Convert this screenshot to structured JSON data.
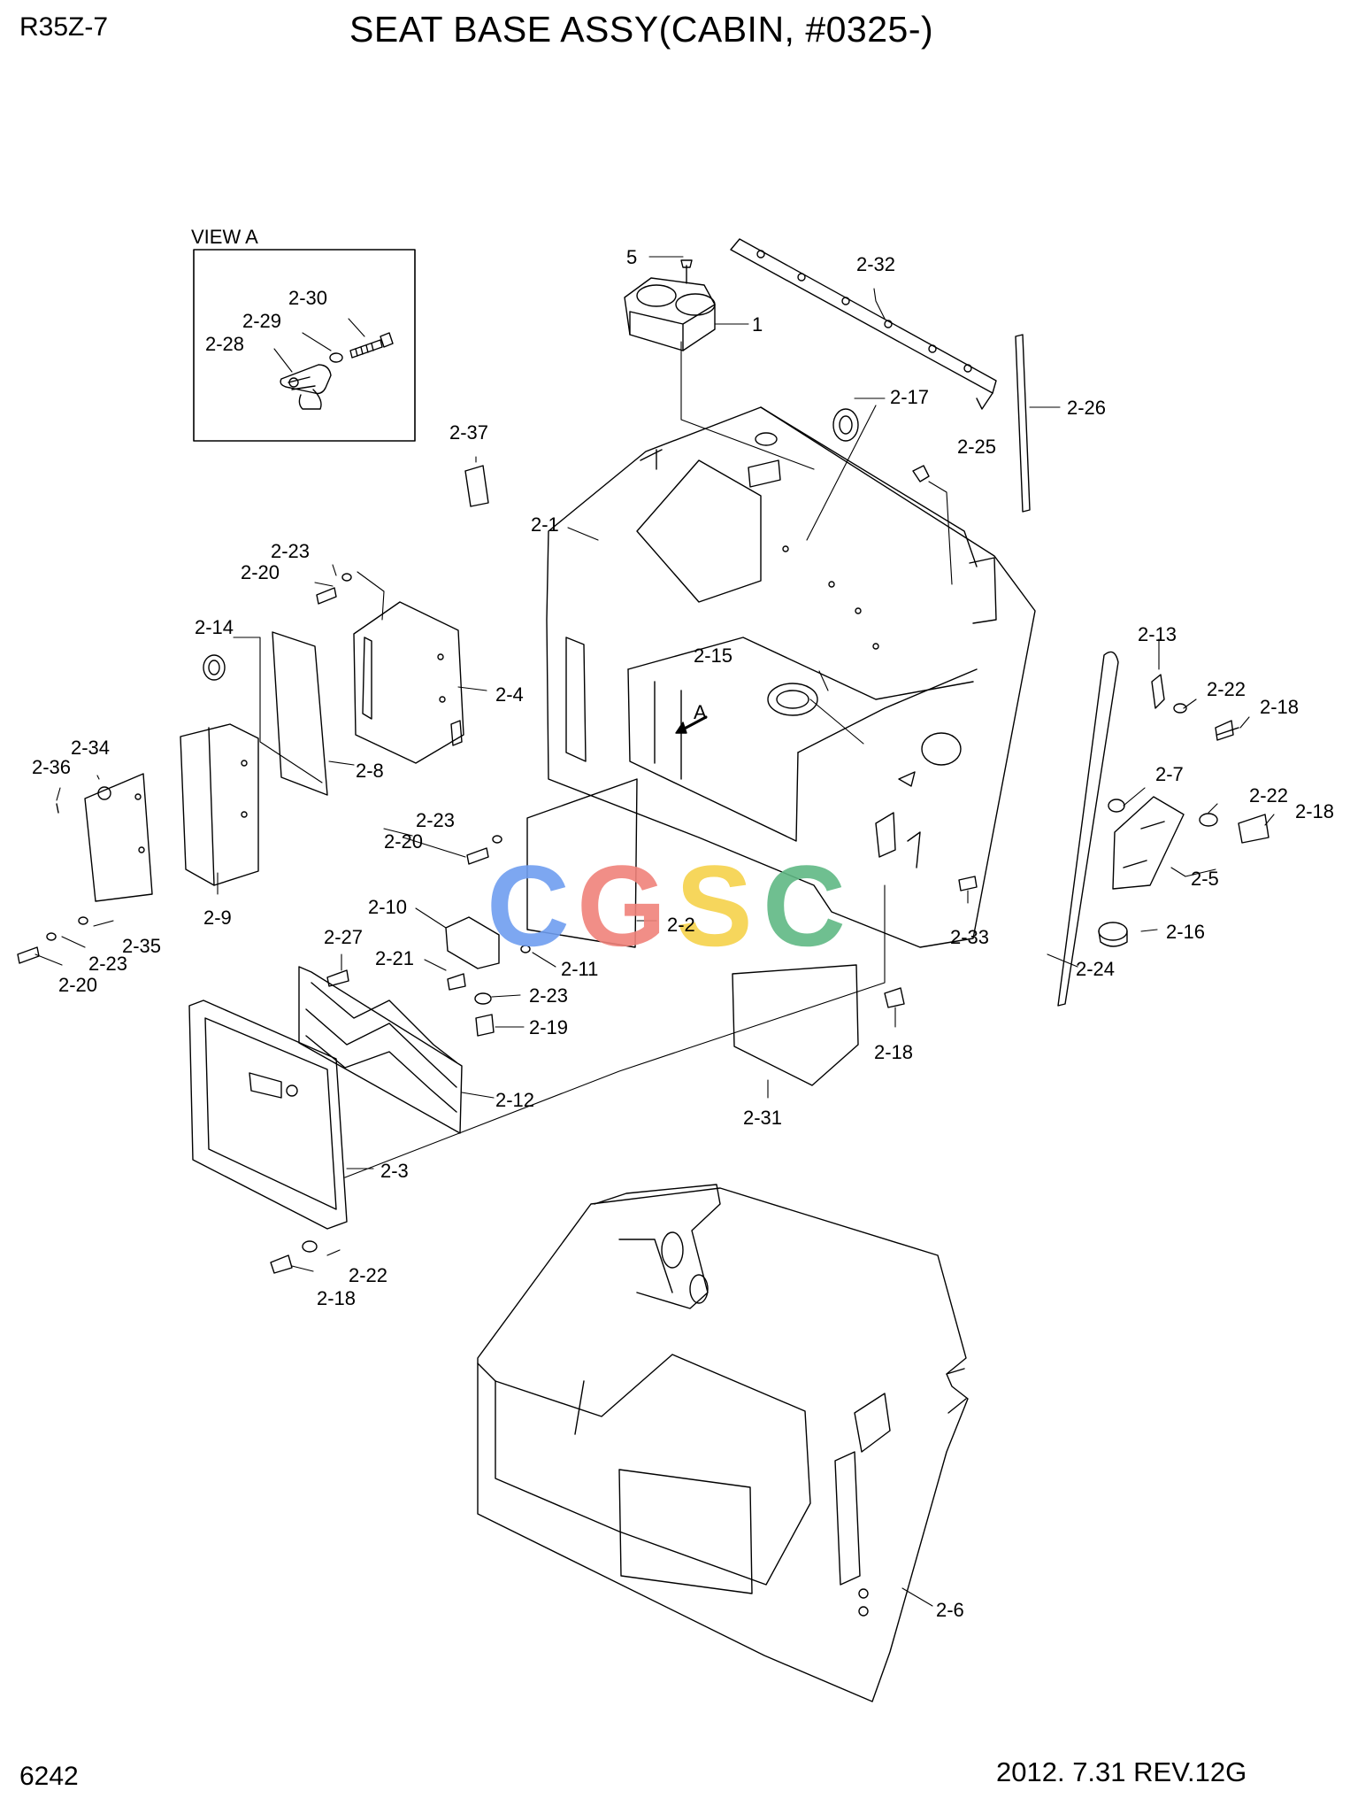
{
  "header": {
    "model": "R35Z-7",
    "title": "SEAT BASE ASSY(CABIN, #0325-)"
  },
  "footer": {
    "page_number": "6242",
    "revision": "2012. 7.31  REV.12G"
  },
  "view": {
    "title": "VIEW A",
    "arrow_label": "A"
  },
  "watermark": {
    "text": "CGSC",
    "colors": [
      "#6f9df0",
      "#f0827a",
      "#f5d24a",
      "#5fb884"
    ]
  },
  "callouts": [
    {
      "id": "p5",
      "text": "5"
    },
    {
      "id": "p1",
      "text": "1"
    },
    {
      "id": "p2-32",
      "text": "2-32"
    },
    {
      "id": "p2-26",
      "text": "2-26"
    },
    {
      "id": "p2-17",
      "text": "2-17"
    },
    {
      "id": "p2-25",
      "text": "2-25"
    },
    {
      "id": "p2-30",
      "text": "2-30"
    },
    {
      "id": "p2-29",
      "text": "2-29"
    },
    {
      "id": "p2-28",
      "text": "2-28"
    },
    {
      "id": "p2-37",
      "text": "2-37"
    },
    {
      "id": "p2-1",
      "text": "2-1"
    },
    {
      "id": "p2-23a",
      "text": "2-23"
    },
    {
      "id": "p2-20a",
      "text": "2-20"
    },
    {
      "id": "p2-14",
      "text": "2-14"
    },
    {
      "id": "p2-4",
      "text": "2-4"
    },
    {
      "id": "p2-15",
      "text": "2-15"
    },
    {
      "id": "p2-13",
      "text": "2-13"
    },
    {
      "id": "p2-22a",
      "text": "2-22"
    },
    {
      "id": "p2-18a",
      "text": "2-18"
    },
    {
      "id": "p2-34",
      "text": "2-34"
    },
    {
      "id": "p2-36",
      "text": "2-36"
    },
    {
      "id": "p2-8",
      "text": "2-8"
    },
    {
      "id": "p2-7",
      "text": "2-7"
    },
    {
      "id": "p2-22b",
      "text": "2-22"
    },
    {
      "id": "p2-18b",
      "text": "2-18"
    },
    {
      "id": "p2-23b",
      "text": "2-23"
    },
    {
      "id": "p2-20b",
      "text": "2-20"
    },
    {
      "id": "p2-5",
      "text": "2-5"
    },
    {
      "id": "p2-9",
      "text": "2-9"
    },
    {
      "id": "p2-10",
      "text": "2-10"
    },
    {
      "id": "p2-2",
      "text": "2-2"
    },
    {
      "id": "p2-16",
      "text": "2-16"
    },
    {
      "id": "p2-35",
      "text": "2-35"
    },
    {
      "id": "p2-23c",
      "text": "2-23"
    },
    {
      "id": "p2-20c",
      "text": "2-20"
    },
    {
      "id": "p2-27",
      "text": "2-27"
    },
    {
      "id": "p2-33",
      "text": "2-33"
    },
    {
      "id": "p2-21",
      "text": "2-21"
    },
    {
      "id": "p2-11",
      "text": "2-11"
    },
    {
      "id": "p2-24",
      "text": "2-24"
    },
    {
      "id": "p2-23d",
      "text": "2-23"
    },
    {
      "id": "p2-19",
      "text": "2-19"
    },
    {
      "id": "p2-18c",
      "text": "2-18"
    },
    {
      "id": "p2-12",
      "text": "2-12"
    },
    {
      "id": "p2-31",
      "text": "2-31"
    },
    {
      "id": "p2-3",
      "text": "2-3"
    },
    {
      "id": "p2-22c",
      "text": "2-22"
    },
    {
      "id": "p2-18d",
      "text": "2-18"
    },
    {
      "id": "p2-6",
      "text": "2-6"
    }
  ]
}
